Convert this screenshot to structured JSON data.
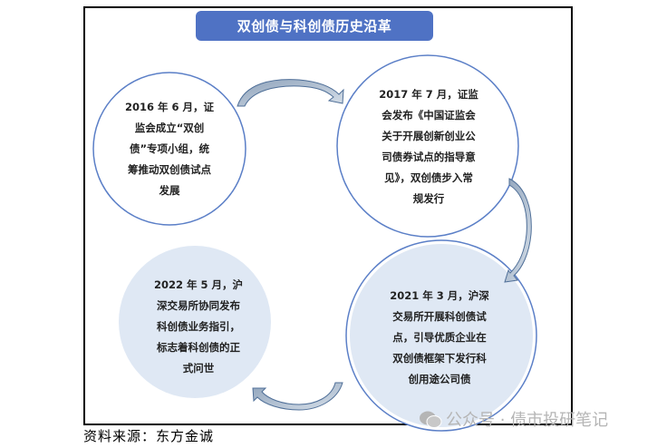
{
  "title": "双创债与科创债历史沿革",
  "stages": [
    {
      "id": "2016",
      "lines": [
        "2016 年 6 月，证",
        "监会成立“双创",
        "债”专项小组，统",
        "筹推动双创债试点",
        "发展"
      ]
    },
    {
      "id": "2017",
      "lines": [
        "2017 年 7 月，证监",
        "会发布《中国证监会",
        "关于开展创新创业公",
        "司债券试点的指导意",
        "见》，双创债步入常",
        "规发行"
      ]
    },
    {
      "id": "2021",
      "lines": [
        "2021 年 3 月，沪深",
        "交易所开展科创债试",
        "点，引导优质企业在",
        "双创债框架下发行科",
        "创用途公司债"
      ]
    },
    {
      "id": "2022",
      "lines": [
        "2022 年 5 月，沪",
        "深交易所协同发布",
        "科创债业务指引，",
        "标志着科创债的正",
        "式问世"
      ]
    }
  ],
  "source": "资料来源：东方金诚",
  "watermark": "公众号 · 债市投研笔记",
  "colors": {
    "title_bg": "#4f72c4",
    "circle_outline": "#5b7fc7",
    "circle_fill": "#dfe8f4",
    "arrow_fill": "#a9b9cc",
    "arrow_outline": "#4f6f98"
  }
}
